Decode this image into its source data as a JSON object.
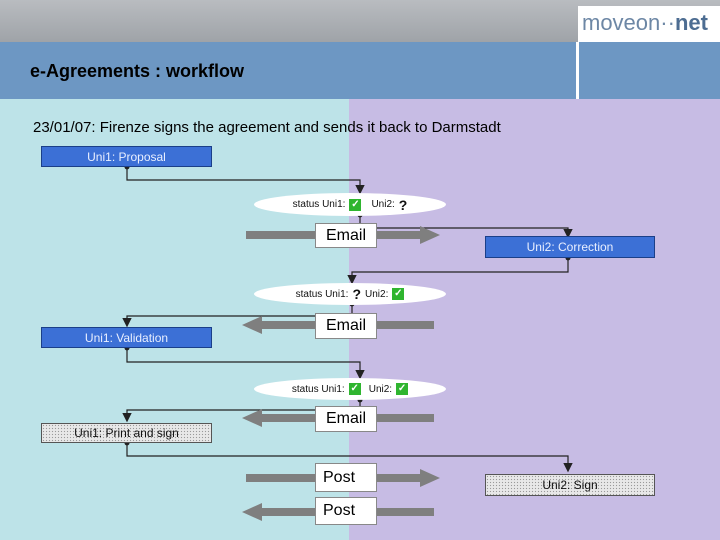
{
  "logo": {
    "text_main": "moveon",
    "text_dots": "··",
    "text_net": "net"
  },
  "header": {
    "title": "e-Agreements : workflow"
  },
  "subtitle": "23/01/07: Firenze signs the agreement and sends it back to Darmstadt",
  "steps": {
    "uni1_proposal": "Uni1: Proposal",
    "uni2_correction": "Uni2: Correction",
    "uni1_validation": "Uni1: Validation",
    "uni1_print_sign": "Uni1: Print and sign",
    "uni2_sign": "Uni2: Sign"
  },
  "status": {
    "s1": {
      "uni1_label": "status Uni1:",
      "uni2_label": "Uni2:",
      "uni2_mark": "?"
    },
    "s2": {
      "uni1_label": "status Uni1:",
      "uni1_mark": "?",
      "uni2_label": "Uni2:"
    },
    "s3": {
      "uni1_label": "status Uni1:",
      "uni2_label": "Uni2:"
    }
  },
  "messages": {
    "email1": "Email",
    "email2": "Email",
    "email3": "Email",
    "post1": "Post",
    "post2": "Post"
  },
  "icons": {
    "check": "checkbox-checked-icon",
    "question": "question-mark"
  },
  "colors": {
    "left_bg": "#bde3e8",
    "right_bg": "#c7bce4",
    "header": "#6d97c3",
    "blue_box": "#3c70d6",
    "arrow": "#7f7f7f"
  }
}
